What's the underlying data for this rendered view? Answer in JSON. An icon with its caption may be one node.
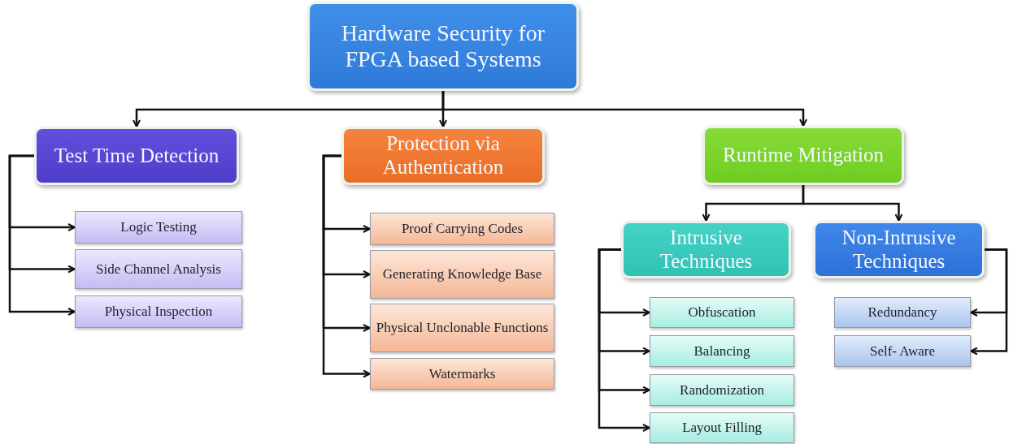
{
  "diagram": {
    "nodes": [
      {
        "text": [
          "Hardware Security for FPGA based Systems"
        ]
      },
      {
        "text": [
          "Test Time Detection"
        ]
      },
      {
        "text": [
          "Logic Testing"
        ]
      },
      {
        "text": [
          "Side Channel Analysis"
        ]
      },
      {
        "text": [
          "Physical Inspection"
        ]
      },
      {
        "text": [
          "Protection via Authentication"
        ]
      },
      {
        "text": [
          "Proof Carrying Codes"
        ]
      },
      {
        "text": [
          "Generating Knowledge Base"
        ]
      },
      {
        "text": [
          "Physical Unclonable Functions"
        ]
      },
      {
        "text": [
          "Watermarks"
        ]
      },
      {
        "text": [
          "Runtime Mitigation"
        ]
      },
      {
        "text": [
          "Intrusive Techniques"
        ]
      },
      {
        "text": [
          "Non-Intrusive Techniques"
        ]
      },
      {
        "text": [
          "Obfuscation"
        ]
      },
      {
        "text": [
          "Balancing"
        ]
      },
      {
        "text": [
          "Randomization"
        ]
      },
      {
        "text": [
          "Layout Filling"
        ]
      },
      {
        "text": [
          "Redundancy"
        ]
      },
      {
        "text": [
          "Self- Aware"
        ]
      }
    ],
    "edges": [
      {
        "from": 0,
        "to": 1,
        "arrow": "to"
      },
      {
        "from": 0,
        "to": 5,
        "arrow": "to"
      },
      {
        "from": 0,
        "to": 10,
        "arrow": "to"
      },
      {
        "from": 1,
        "to": 2,
        "arrow": "to"
      },
      {
        "from": 1,
        "to": 3,
        "arrow": "to"
      },
      {
        "from": 1,
        "to": 4,
        "arrow": "to"
      },
      {
        "from": 5,
        "to": 6,
        "arrow": "to"
      },
      {
        "from": 5,
        "to": 7,
        "arrow": "to"
      },
      {
        "from": 5,
        "to": 8,
        "arrow": "to"
      },
      {
        "from": 5,
        "to": 9,
        "arrow": "to"
      },
      {
        "from": 10,
        "to": 11,
        "arrow": "to"
      },
      {
        "from": 10,
        "to": 12,
        "arrow": "to"
      },
      {
        "from": 11,
        "to": 13,
        "arrow": "to"
      },
      {
        "from": 11,
        "to": 14,
        "arrow": "to"
      },
      {
        "from": 11,
        "to": 15,
        "arrow": "to"
      },
      {
        "from": 11,
        "to": 16,
        "arrow": "to"
      },
      {
        "from": 12,
        "to": 17,
        "arrow": "to"
      },
      {
        "from": 12,
        "to": 18,
        "arrow": "to"
      }
    ]
  }
}
